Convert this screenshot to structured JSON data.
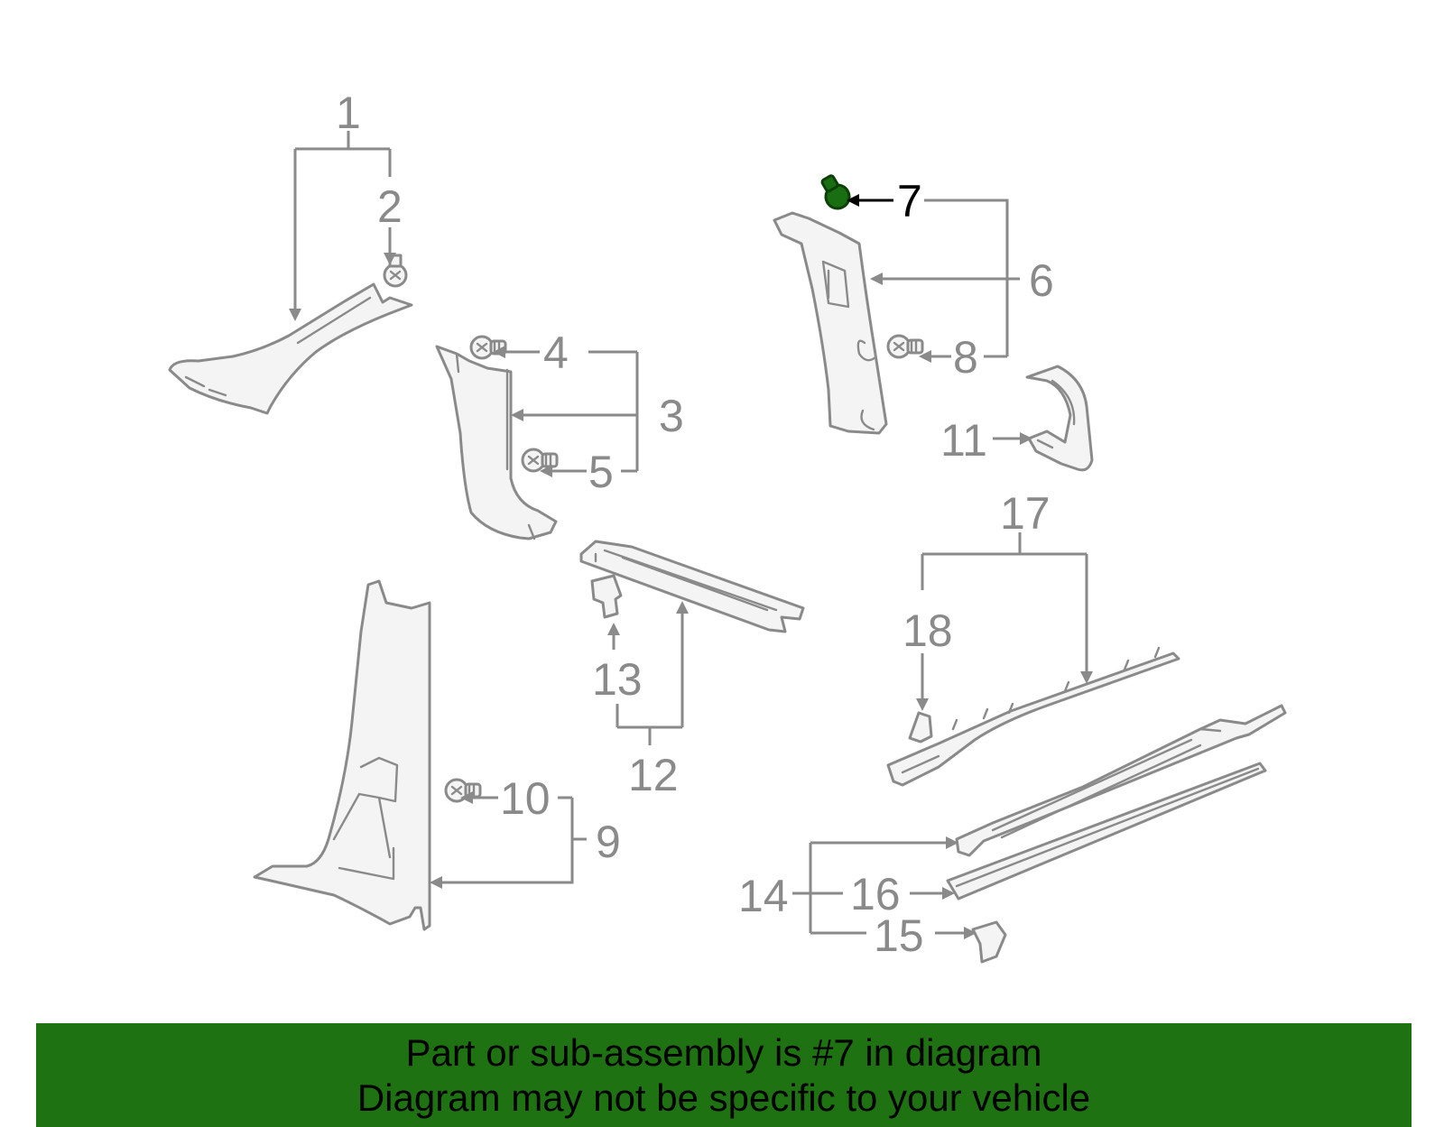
{
  "diagram": {
    "highlight_color": "#1e7212",
    "callouts": {
      "c1": "1",
      "c2": "2",
      "c3": "3",
      "c4": "4",
      "c5": "5",
      "c6": "6",
      "c7": "7",
      "c8": "8",
      "c9": "9",
      "c10": "10",
      "c11": "11",
      "c12": "12",
      "c13": "13",
      "c14": "14",
      "c15": "15",
      "c16": "16",
      "c17": "17",
      "c18": "18"
    },
    "highlighted_callout": "7"
  },
  "footer": {
    "line1": "Part or sub-assembly is #7 in diagram",
    "line2": "Diagram may not be specific to your vehicle"
  }
}
